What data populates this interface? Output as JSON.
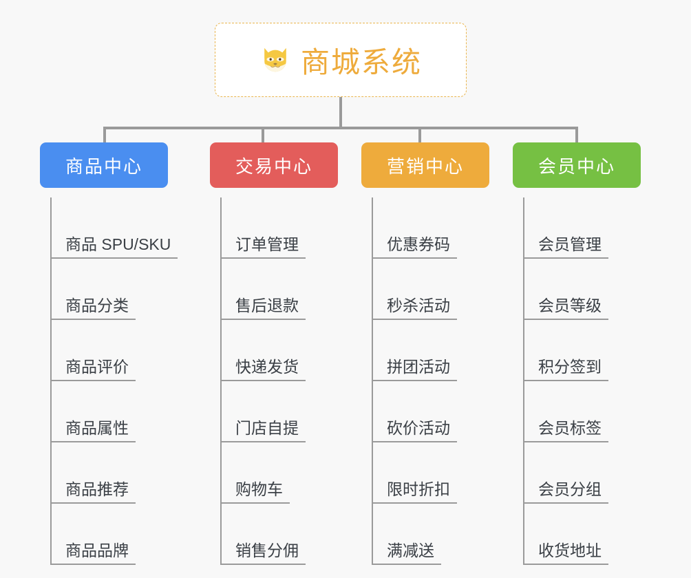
{
  "canvas": {
    "background_color": "#f8f8f8",
    "line_color": "#9a9a9a"
  },
  "root": {
    "title": "商城系统",
    "icon": "shiba-dog-emoji",
    "text_color": "#eeab3c",
    "border_color": "#e9b44c",
    "background_color": "#ffffff"
  },
  "columns": [
    {
      "id": "product-center",
      "label": "商品中心",
      "color": "#4a8ef0",
      "items": [
        {
          "label": "商品 SPU/SKU"
        },
        {
          "label": "商品分类"
        },
        {
          "label": "商品评价"
        },
        {
          "label": "商品属性"
        },
        {
          "label": "商品推荐"
        },
        {
          "label": "商品品牌"
        }
      ]
    },
    {
      "id": "trade-center",
      "label": "交易中心",
      "color": "#e35d5b",
      "items": [
        {
          "label": "订单管理"
        },
        {
          "label": "售后退款"
        },
        {
          "label": "快递发货"
        },
        {
          "label": "门店自提"
        },
        {
          "label": "购物车"
        },
        {
          "label": "销售分佣"
        }
      ]
    },
    {
      "id": "marketing-center",
      "label": "营销中心",
      "color": "#eeab3c",
      "items": [
        {
          "label": "优惠券码"
        },
        {
          "label": "秒杀活动"
        },
        {
          "label": "拼团活动"
        },
        {
          "label": "砍价活动"
        },
        {
          "label": "限时折扣"
        },
        {
          "label": "满减送"
        }
      ]
    },
    {
      "id": "member-center",
      "label": "会员中心",
      "color": "#76c043",
      "items": [
        {
          "label": "会员管理"
        },
        {
          "label": "会员等级"
        },
        {
          "label": "积分签到"
        },
        {
          "label": "会员标签"
        },
        {
          "label": "会员分组"
        },
        {
          "label": "收货地址"
        }
      ]
    }
  ]
}
